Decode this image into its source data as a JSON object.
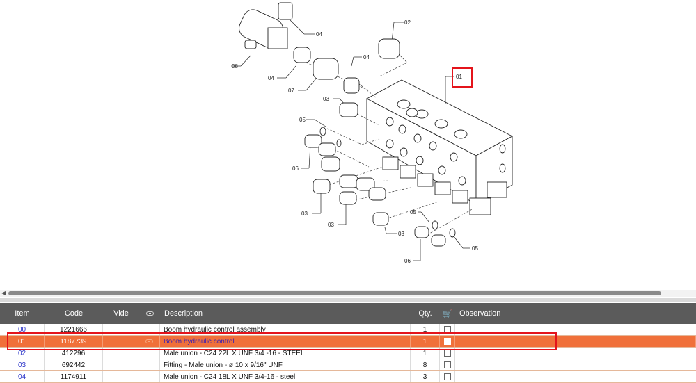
{
  "diagram": {
    "callouts": [
      "04",
      "02",
      "08",
      "04",
      "04",
      "07",
      "01",
      "03",
      "05",
      "06",
      "03",
      "03",
      "05",
      "03",
      "06",
      "05"
    ],
    "highlight_color": "#e4141b"
  },
  "table": {
    "headers": {
      "item": "Item",
      "code": "Code",
      "vide": "Vide",
      "description": "Description",
      "qty": "Qty.",
      "observation": "Observation"
    },
    "rows": [
      {
        "item": "00",
        "code": "1221666",
        "description": "Boom hydraulic control assembly",
        "qty": "1"
      },
      {
        "item": "01",
        "code": "1187739",
        "description": "Boom hydraulic control",
        "qty": "1"
      },
      {
        "item": "02",
        "code": "412296",
        "description": "Male union - C24 22L X UNF 3/4 -16 - STEEL",
        "qty": "1"
      },
      {
        "item": "03",
        "code": "692442",
        "description": "Fitting - Male union - ø 10 x 9/16\" UNF",
        "qty": "8"
      },
      {
        "item": "04",
        "code": "1174911",
        "description": "Male union - C24 18L X UNF 3/4-16 - steel",
        "qty": "3"
      }
    ],
    "selected_color": "#f0703a",
    "header_color": "#5b5b5b"
  }
}
